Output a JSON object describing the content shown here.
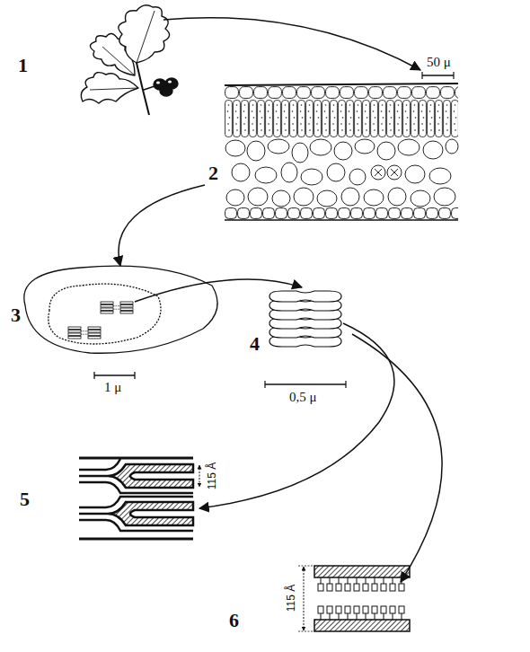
{
  "diagram": {
    "labels": [
      "1",
      "50 μ",
      "2",
      "3",
      "1 μ",
      "4",
      "0,5 μ",
      "5",
      "115 Å",
      "6",
      "115 Å"
    ]
  }
}
